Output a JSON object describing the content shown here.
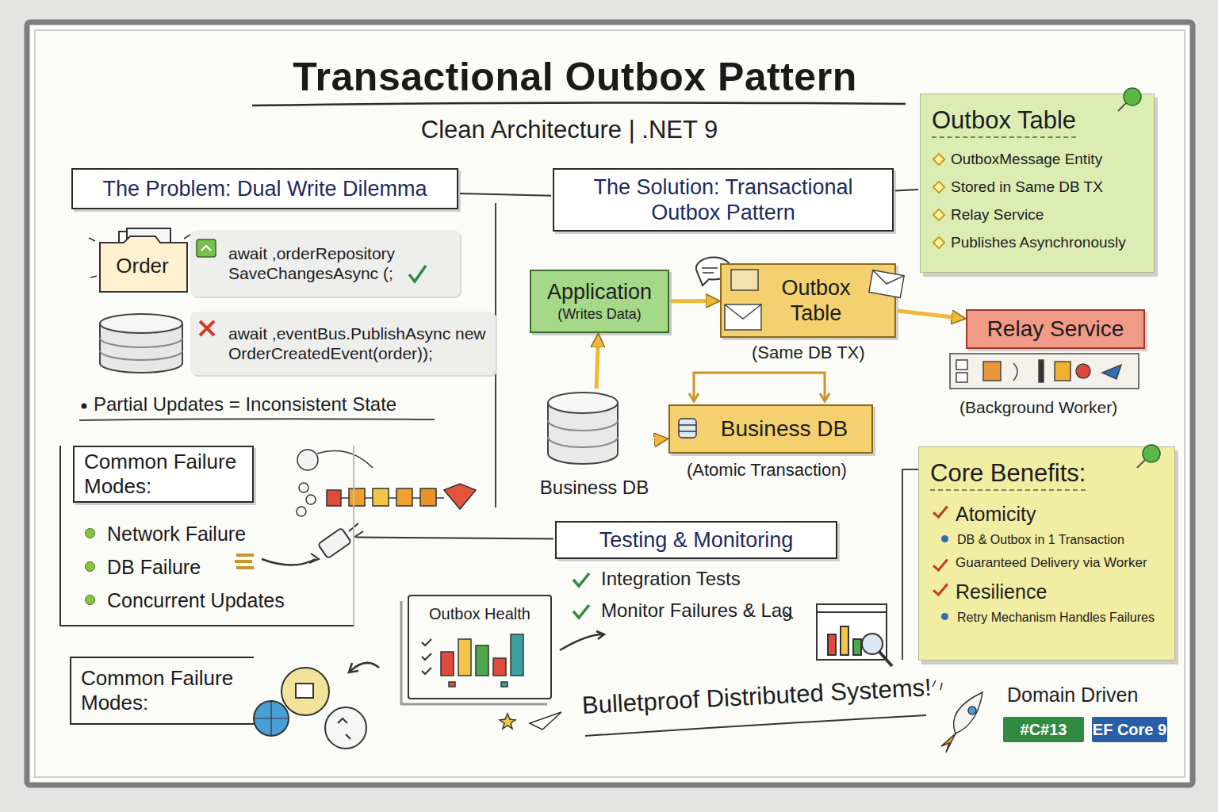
{
  "diagram": {
    "title": "Transactional Outbox Pattern",
    "nodes": [
      {
        "text": [
          "The Problem: Dual Write Dilemma"
        ]
      },
      {
        "text": [
          "Order"
        ]
      },
      {
        "text": [
          "await ,orderRepository SaveChangesAsync (;"
        ]
      },
      {
        "text": [
          "await ,eventBus.PublishAsync new OrderCreatedEvent(order));"
        ]
      },
      {
        "text": [
          "Network Failure",
          "DB Failure",
          "Concurrent Updates"
        ]
      },
      {
        "text": [
          "Common Failure Modes:"
        ],
        "in": 4
      },
      {
        "text": [
          "The Solution: Transactional Outbox Pattern"
        ]
      },
      {
        "text": [
          "Application",
          "(Writes Data)"
        ]
      },
      {
        "text": [
          "Outbox Table"
        ]
      },
      {
        "text": [
          "Relay Service"
        ]
      },
      {
        "text": [
          "Business DB"
        ]
      },
      {
        "text": [
          "Business DB"
        ]
      },
      {
        "text": [
          "Outbox Table",
          "OutboxMessage Entity",
          "Stored in Same DB TX",
          "Relay Service",
          "Publishes Asynchronously"
        ]
      },
      {
        "text": [
          "Testing & Monitoring"
        ]
      },
      {
        "text": [
          "Outbox Health"
        ]
      },
      {
        "text": [
          "Core Benefits:",
          "Atomicity",
          "DB & Outbox in 1 Transaction",
          "Guaranteed Delivery via Worker",
          "Resilience",
          "Retry Mechanism Handles Failures"
        ]
      },
      {
        "text": [
          "Common Failure Modes:"
        ]
      },
      {
        "text": [
          "#C#13"
        ]
      },
      {
        "text": [
          "EF Core 9"
        ]
      }
    ],
    "edges": [
      {
        "from": 0,
        "to": 6,
        "arrow": "none"
      },
      {
        "from": 6,
        "to": 12,
        "arrow": "none"
      },
      {
        "from": 10,
        "to": 7,
        "arrow": "to"
      },
      {
        "from": 7,
        "to": 8,
        "arrow": "to"
      },
      {
        "from": 8,
        "to": 9,
        "arrow": "to"
      },
      {
        "from": 10,
        "to": 11,
        "arrow": "to"
      },
      {
        "from": 4,
        "to": 13,
        "arrow": "none"
      }
    ],
    "labels": [
      "Clean Architecture | .NET 9",
      "Partial Updates = Inconsistent State",
      "(Same DB TX)",
      "(Background Worker)",
      "(Atomic Transaction)",
      "Integration Tests",
      "Monitor Failures & Lag",
      "Bulletproof Distributed Systems!",
      "Domain Driven"
    ]
  }
}
